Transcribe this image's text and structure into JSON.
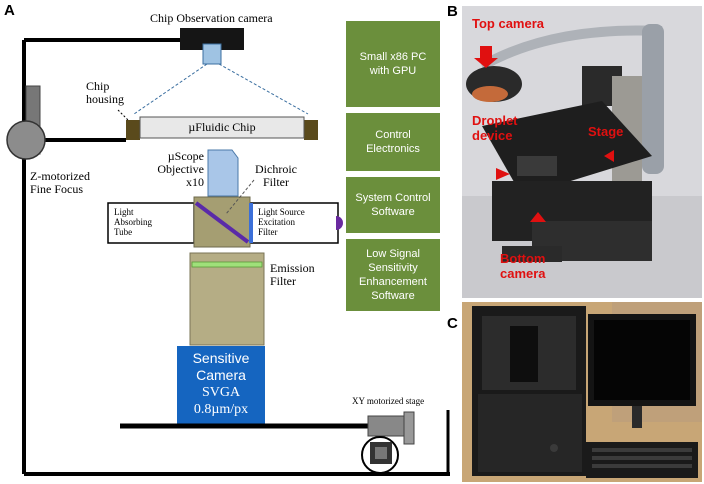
{
  "panels": {
    "a": "A",
    "b": "B",
    "c": "C"
  },
  "labels": {
    "chip_camera": "Chip Observation camera",
    "chip_housing_1": "Chip",
    "chip_housing_2": "housing",
    "microfluidic_chip": "µFluidic Chip",
    "objective_1": "µScope",
    "objective_2": "Objective",
    "objective_3": "x10",
    "dichroic_1": "Dichroic",
    "dichroic_2": "Filter",
    "z_focus_1": "Z-motorized",
    "z_focus_2": "Fine Focus",
    "absorbing_1": "Light",
    "absorbing_2": "Absorbing",
    "absorbing_3": "Tube",
    "light_source_1": "Light Source",
    "light_source_2": "Excitation",
    "light_source_3": "Filter",
    "emission_1": "Emission",
    "emission_2": "Filter",
    "camera_1": "Sensitive",
    "camera_2": "Camera",
    "camera_3": "SVGA",
    "camera_4": "0.8µm/px",
    "xy_stage": "XY motorized stage"
  },
  "green_boxes": [
    "Small x86 PC with GPU",
    "Control Electronics",
    "System Control Software",
    "Low Signal Sensitivity Enhancement Software"
  ],
  "photo_b_labels": {
    "top_camera": "Top camera",
    "droplet_1": "Droplet",
    "droplet_2": "device",
    "stage": "Stage",
    "bottom_1": "Bottom",
    "bottom_2": "camera"
  },
  "colors": {
    "green_box": "#6b8f3c",
    "camera_blue": "#1565c0",
    "objective_blue": "#a9c6e8",
    "filter_tan": "#b5ad85",
    "red_label": "#e01010"
  }
}
